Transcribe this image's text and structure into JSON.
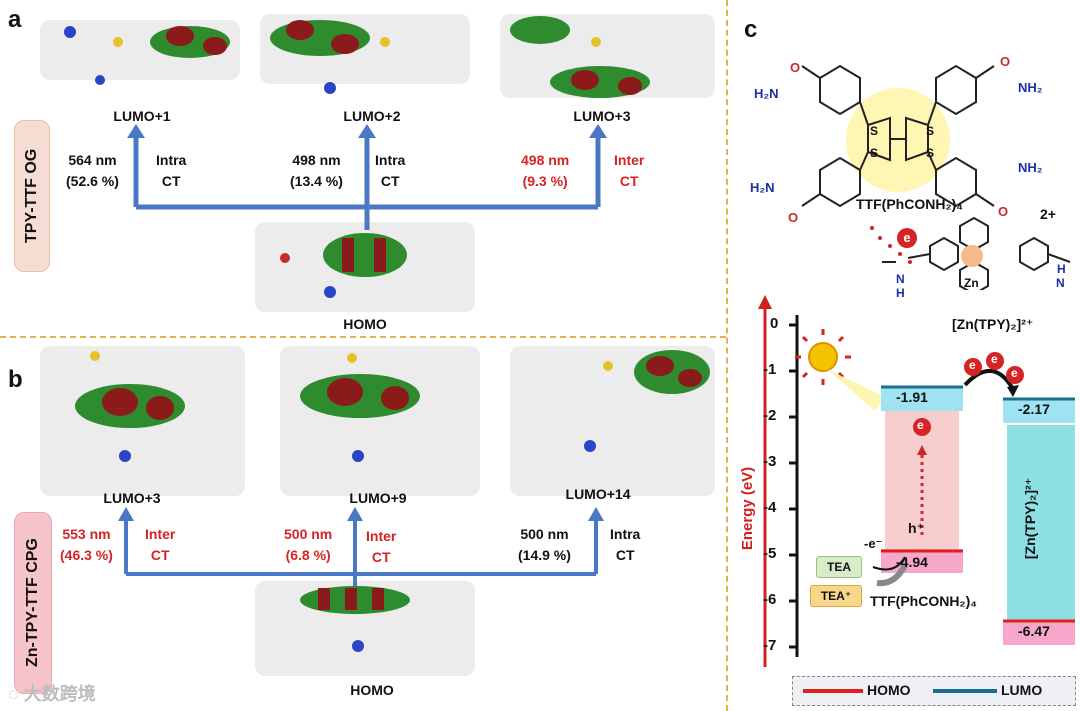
{
  "panel_a": {
    "label": "a",
    "tag": "TPY-TTF OG",
    "orbitals": [
      {
        "name": "LUMO+1",
        "wavelength": "564 nm",
        "percent": "(52.6 %)",
        "ct1": "Intra",
        "ct2": "CT",
        "color": "black"
      },
      {
        "name": "LUMO+2",
        "wavelength": "498 nm",
        "percent": "(13.4 %)",
        "ct1": "Intra",
        "ct2": "CT",
        "color": "black"
      },
      {
        "name": "LUMO+3",
        "wavelength": "498 nm",
        "percent": "(9.3 %)",
        "ct1": "Inter",
        "ct2": "CT",
        "color": "red"
      }
    ],
    "homo": "HOMO"
  },
  "panel_b": {
    "label": "b",
    "tag": "Zn-TPY-TTF CPG",
    "orbitals": [
      {
        "name": "LUMO+3",
        "wavelength": "553 nm",
        "percent": "(46.3 %)",
        "ct1": "Inter",
        "ct2": "CT",
        "color": "red"
      },
      {
        "name": "LUMO+9",
        "wavelength": "500 nm",
        "percent": "(6.8 %)",
        "ct1": "Inter",
        "ct2": "CT",
        "color": "red"
      },
      {
        "name": "LUMO+14",
        "wavelength": "500 nm",
        "percent": "(14.9 %)",
        "ct1": "Intra",
        "ct2": "CT",
        "color": "black"
      }
    ],
    "homo": "HOMO"
  },
  "panel_c": {
    "label": "c",
    "ttf_name": "TTF(PhCONH₂)₄",
    "charge": "2+",
    "electron": "e",
    "zn_complex_name": "[Zn(TPY)₂]²⁺",
    "zn_label": "Zn",
    "amide_top_left": "H₂N",
    "amide_top_right": "NH₂",
    "amide_bottom_left": "H₂N",
    "amide_bottom_right": "NH₂",
    "atom_S": "S",
    "atom_O": "O",
    "atom_N": "N",
    "atom_H": "H",
    "energy_axis_label": "Energy (eV)",
    "ticks": [
      "0",
      "-1",
      "-2",
      "-3",
      "-4",
      "-5",
      "-6",
      "-7"
    ],
    "ttf_lumo": "-1.91",
    "ttf_homo": "-4.94",
    "zn_lumo": "-2.17",
    "zn_homo": "-6.47",
    "zn_bar_label": "[Zn(TPY)₂]²⁺",
    "hole": "h⁺",
    "minus_e": "-e⁻",
    "tea": "TEA",
    "tea_plus": "TEA⁺",
    "ttf_bottom_label": "TTF(PhCONH₂)₄",
    "legend_homo": "HOMO",
    "legend_lumo": "LUMO",
    "colors": {
      "homo": "#e02020",
      "lumo": "#1a6e8e",
      "arrow": "#4a78c4",
      "axis": "#d02020"
    }
  },
  "watermark": "大数跨境"
}
